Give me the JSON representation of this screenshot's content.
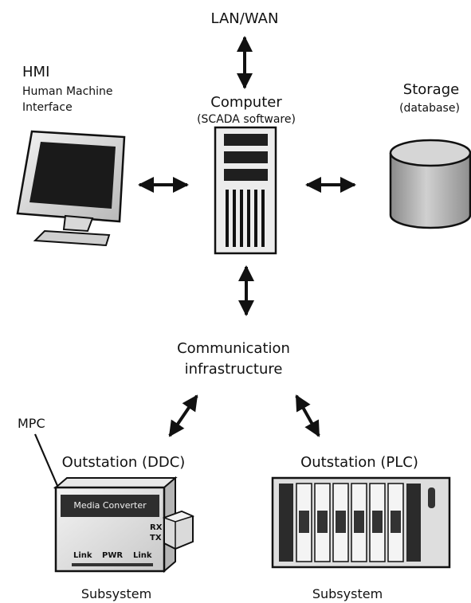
{
  "nodes": {
    "network": {
      "label": "LAN/WAN"
    },
    "hmi": {
      "label": "HMI",
      "sublabel_1": "Human Machine",
      "sublabel_2": "Interface"
    },
    "computer": {
      "label": "Computer",
      "sublabel": "(SCADA software)"
    },
    "storage": {
      "label": "Storage",
      "sublabel": "(database)"
    },
    "comm": {
      "label_1": "Communication",
      "label_2": "infrastructure"
    },
    "mpc": {
      "label": "MPC"
    },
    "outstation_ddc": {
      "label": "Outstation (DDC)",
      "device_title": "Media Converter",
      "rx": "RX",
      "tx": "TX",
      "led_1": "Link",
      "led_2": "PWR",
      "led_3": "Link"
    },
    "outstation_plc": {
      "label": "Outstation (PLC)"
    },
    "subsystem_left": {
      "label": "Subsystem"
    },
    "subsystem_right": {
      "label": "Subsystem"
    }
  },
  "colors": {
    "stroke": "#111111",
    "dark_fill": "#2b2b2b",
    "mid_fill": "#9a9a9a",
    "light_fill": "#e4e4e4"
  }
}
